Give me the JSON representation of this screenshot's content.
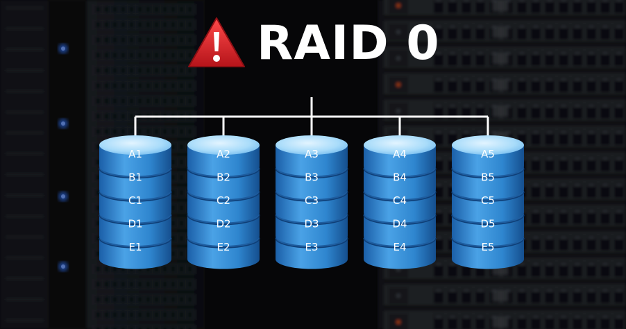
{
  "title": "RAID 0",
  "colors": {
    "disk_top": "#a9dcfa",
    "disk_side": "#2f86cf",
    "disk_side_dark": "#154f8f",
    "connector": "#ffffff",
    "warning": "#d8262c",
    "label": "#ffffff"
  },
  "icons": {
    "warning": "warning-triangle-icon"
  },
  "disks": [
    {
      "blocks": [
        "A1",
        "B1",
        "C1",
        "D1",
        "E1"
      ]
    },
    {
      "blocks": [
        "A2",
        "B2",
        "C2",
        "D2",
        "E2"
      ]
    },
    {
      "blocks": [
        "A3",
        "B3",
        "C3",
        "D3",
        "E3"
      ]
    },
    {
      "blocks": [
        "A4",
        "B4",
        "C4",
        "D4",
        "E4"
      ]
    },
    {
      "blocks": [
        "A5",
        "B5",
        "C5",
        "D5",
        "E5"
      ]
    }
  ]
}
